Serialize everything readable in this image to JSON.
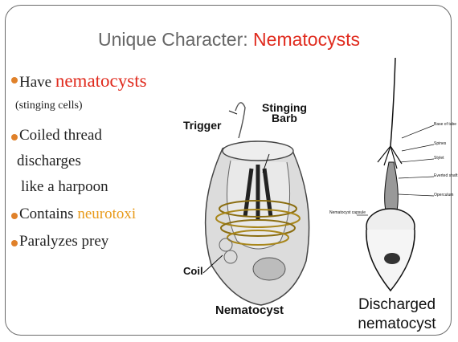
{
  "slide": {
    "title_prefix": "Unique Character: ",
    "title_highlight": "Nematocysts",
    "bullets": [
      {
        "lead": "Have ",
        "highlight": "nematocysts"
      },
      {
        "sub": "(stinging cells)"
      },
      {
        "text": "Coiled thread"
      },
      {
        "text": "discharges"
      },
      {
        "text": "like a harpoon"
      },
      {
        "lead": "Contains ",
        "highlight": "neurotoxi"
      },
      {
        "text": "Paralyzes prey"
      }
    ]
  },
  "diagram_left": {
    "labels": {
      "trigger": "Trigger",
      "stinging_line1": "Stinging",
      "stinging_line2": "Barb",
      "coil": "Coil"
    },
    "caption": "Nematocyst"
  },
  "diagram_right": {
    "labels": [
      "Base of tube",
      "Spines",
      "Stylet",
      "Everted shaft",
      "Operculum",
      "Nematocyst capsule"
    ],
    "caption_line1": "Discharged",
    "caption_line2": "nematocyst"
  },
  "colors": {
    "accent_red": "#e02b1e",
    "accent_orange": "#e89a1a",
    "bullet": "#e0812a",
    "title_gray": "#666666"
  }
}
